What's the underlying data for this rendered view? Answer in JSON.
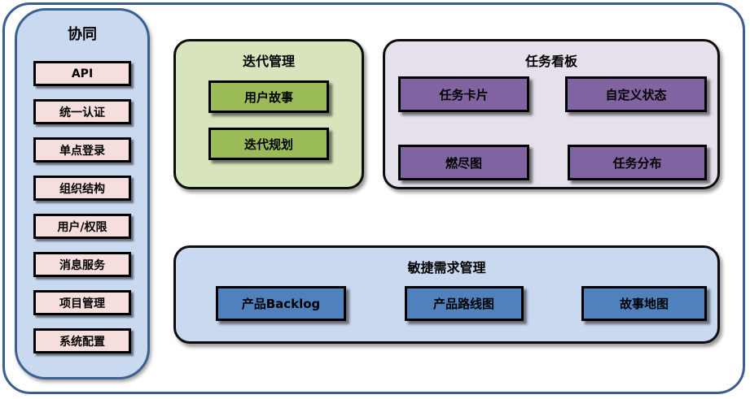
{
  "diagram_title": "",
  "sidebar": {
    "title": "协同",
    "items": [
      "API",
      "统一认证",
      "单点登录",
      "组织结构",
      "用户/权限",
      "消息服务",
      "项目管理",
      "系统配置"
    ]
  },
  "groups": [
    {
      "title": "迭代管理",
      "items": [
        "用户故事",
        "迭代规划"
      ]
    },
    {
      "title": "任务看板",
      "items": [
        "任务卡片",
        "自定义状态",
        "燃尽图",
        "任务分布"
      ]
    },
    {
      "title": "敏捷需求管理",
      "items": [
        "产品Backlog",
        "产品路线图",
        "故事地图"
      ]
    }
  ],
  "colors": {
    "frame_border": "#3b5d8f",
    "sidebar_fill": "#c9d9f0",
    "sidebar_border": "#3c618f",
    "sidebar_item_fill": "#f5dedb",
    "iteration_fill": "#d7e4bc",
    "iteration_button": "#9bbb59",
    "kanban_fill": "#e6e0ec",
    "kanban_button": "#8064a2",
    "agile_fill": "#c9d9f0",
    "agile_button": "#4f81bd",
    "box_border": "#000000",
    "text": "#000000"
  }
}
